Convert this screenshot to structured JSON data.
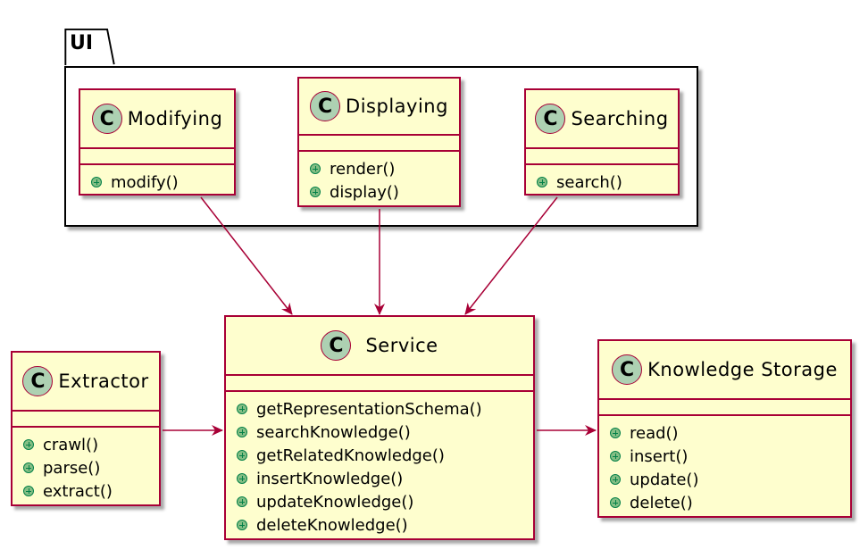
{
  "package": {
    "name": "UI"
  },
  "classes": {
    "modifying": {
      "name": "Modifying",
      "badge": "C",
      "methods": [
        "modify()"
      ]
    },
    "displaying": {
      "name": "Displaying",
      "badge": "C",
      "methods": [
        "render()",
        "display()"
      ]
    },
    "searching": {
      "name": "Searching",
      "badge": "C",
      "methods": [
        "search()"
      ]
    },
    "service": {
      "name": "Service",
      "badge": "C",
      "methods": [
        "getRepresentationSchema()",
        "searchKnowledge()",
        "getRelatedKnowledge()",
        "insertKnowledge()",
        "updateKnowledge()",
        "deleteKnowledge()"
      ]
    },
    "extractor": {
      "name": "Extractor",
      "badge": "C",
      "methods": [
        "crawl()",
        "parse()",
        "extract()"
      ]
    },
    "storage": {
      "name": "Knowledge Storage",
      "badge": "C",
      "methods": [
        "read()",
        "insert()",
        "update()",
        "delete()"
      ]
    }
  },
  "relations": [
    {
      "from": "Modifying",
      "to": "Service"
    },
    {
      "from": "Displaying",
      "to": "Service"
    },
    {
      "from": "Searching",
      "to": "Service"
    },
    {
      "from": "Extractor",
      "to": "Service"
    },
    {
      "from": "Service",
      "to": "Knowledge Storage"
    }
  ],
  "colors": {
    "class_fill": "#fefece",
    "class_border": "#a80036",
    "badge_fill": "#add1b2",
    "method_dot": "#84be84",
    "arrow": "#a80036"
  }
}
